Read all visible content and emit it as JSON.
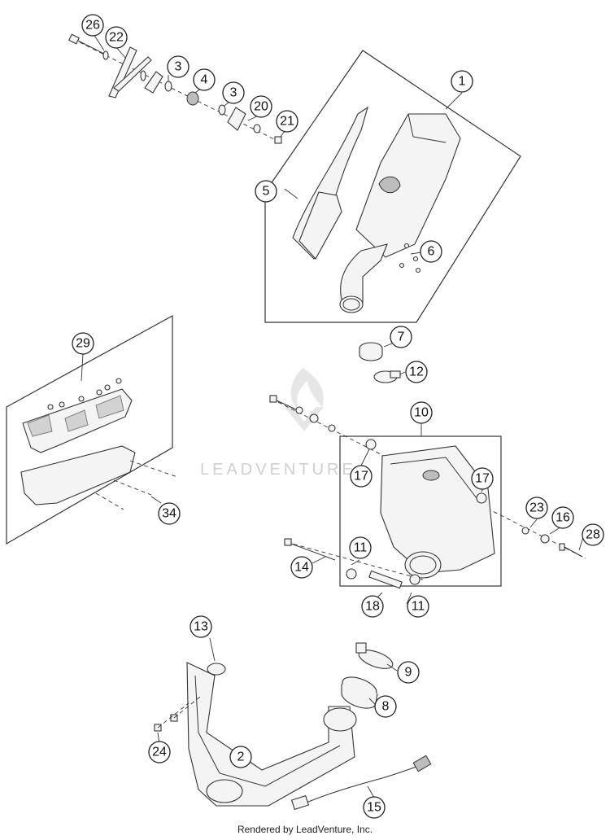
{
  "watermark": "LEADVENTURE",
  "credit": "Rendered by LeadVenture, Inc.",
  "callouts": [
    "26",
    "22",
    "3",
    "4",
    "3",
    "20",
    "21",
    "1",
    "5",
    "6",
    "7",
    "12",
    "29",
    "10",
    "17",
    "17",
    "23",
    "16",
    "28",
    "34",
    "11",
    "14",
    "11",
    "18",
    "13",
    "9",
    "8",
    "24",
    "2",
    "15"
  ]
}
